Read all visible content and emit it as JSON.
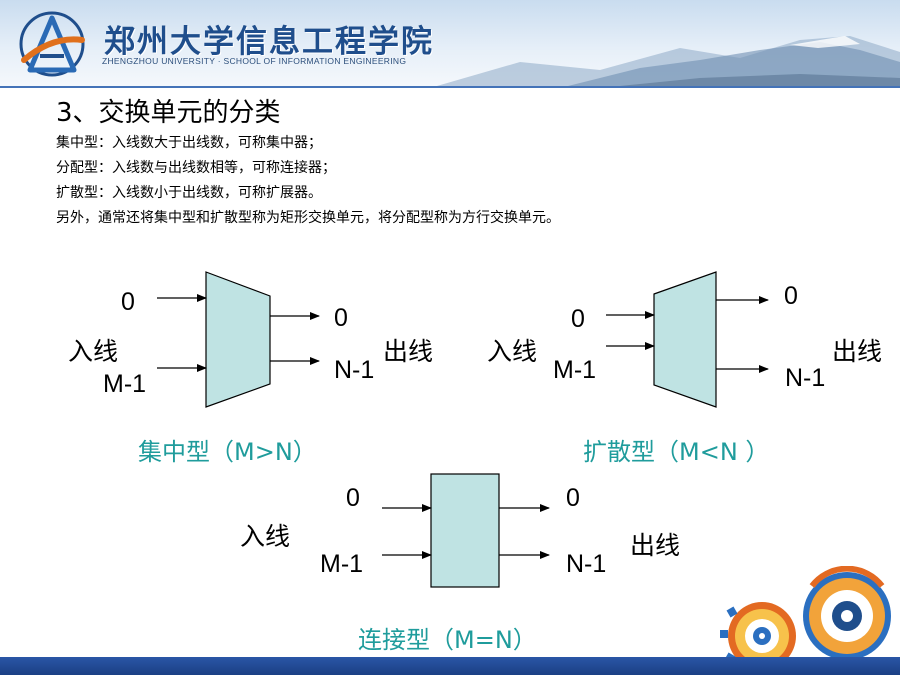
{
  "header": {
    "logo_text": "郑州大学信息工程学院",
    "logo_subtitle": "ZHENGZHOU UNIVERSITY · SCHOOL OF INFORMATION ENGINEERING"
  },
  "slide": {
    "title": "3、交换单元的分类",
    "lines": [
      "集中型：入线数大于出线数，可称集中器；",
      "分配型：入线数与出线数相等，可称连接器；",
      "扩散型：入线数小于出线数，可称扩展器。",
      "另外，通常还将集中型和扩散型称为矩形交换单元，将分配型称为方行交换单元。"
    ]
  },
  "diagrams": {
    "concentrator": {
      "in_first": "0",
      "in_last": "M-1",
      "in_label": "入线",
      "out_first": "0",
      "out_last": "N-1",
      "out_label": "出线",
      "caption": "集中型（M>N）"
    },
    "expander": {
      "in_first": "0",
      "in_last": "M-1",
      "in_label": "入线",
      "out_first": "0",
      "out_last": "N-1",
      "out_label": "出线",
      "caption": "扩散型（M<N ）"
    },
    "connector": {
      "in_first": "0",
      "in_last": "M-1",
      "in_label": "入线",
      "out_first": "0",
      "out_last": "N-1",
      "out_label": "出线",
      "caption": "连接型（M=N）"
    }
  },
  "colors": {
    "block_fill": "#bfe3e3",
    "caption": "#1f9c9c",
    "brand_blue": "#1f4e8c"
  }
}
